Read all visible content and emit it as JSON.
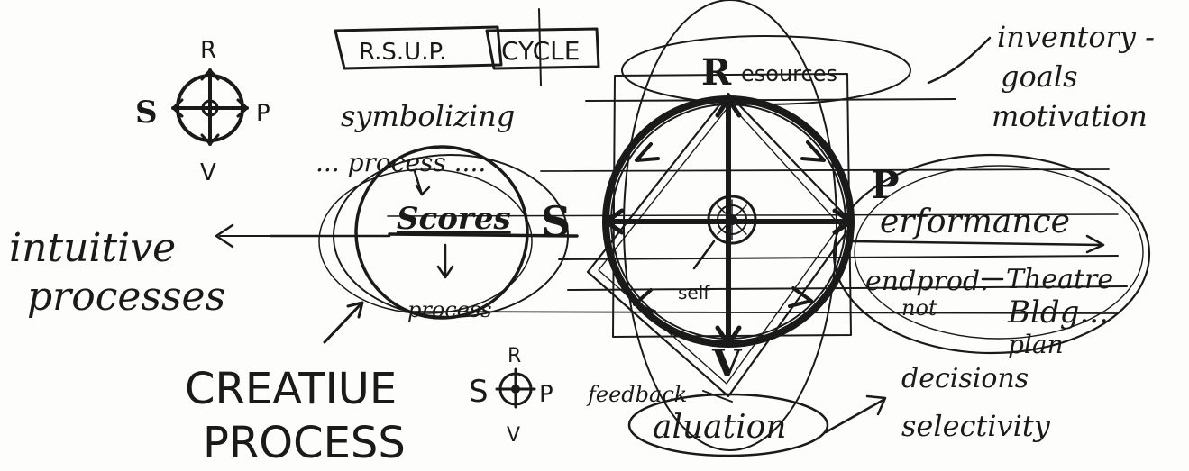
{
  "diagram": {
    "header": {
      "rsvp": "R.S.U.P.",
      "cycle": "CYCLE"
    },
    "mini_compass_top": {
      "r": "R",
      "s": "S",
      "p": "P",
      "v": "V"
    },
    "mini_compass_bottom": {
      "r": "R",
      "s": "S",
      "p": "P",
      "v": "V"
    },
    "main_compass": {
      "r": "R",
      "r_rest": "esources",
      "s": "S",
      "p": "P",
      "p_rest": "erformance",
      "v": "V",
      "v_rest": "aluation",
      "center": "self"
    },
    "left_panel": {
      "symbolizing": "symbolizing",
      "process_dots": "... process ....",
      "scores": "Scores",
      "process_bottom": "process",
      "intuitive": "intuitive",
      "processes": "processes"
    },
    "creative": {
      "line1": "CREATIUE",
      "line2": "PROCESS"
    },
    "right_notes": {
      "inventory": "inventory -",
      "goals": "goals",
      "motivation": "motivation",
      "endprod": "endprod.",
      "not": "not",
      "theatre": "Theatre",
      "bldg": "Bldg...",
      "plan": "plan",
      "decisions": "decisions",
      "selectivity": "selectivity",
      "feedback": "feedback"
    }
  }
}
